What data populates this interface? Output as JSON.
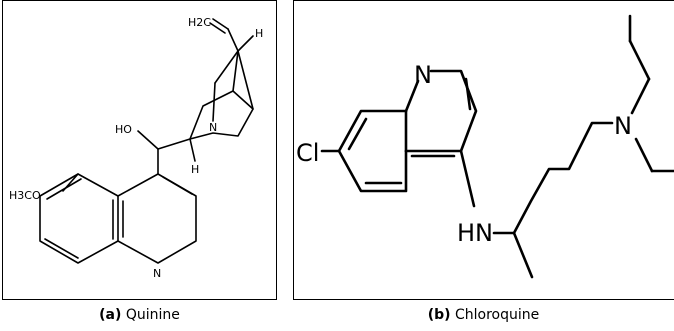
{
  "quinine": {
    "atoms": {
      "vinyl": "H2C",
      "h_top": "H",
      "n_bridge": "N",
      "hydroxyl": "HO",
      "h_lower": "H",
      "methoxy": "H3CO",
      "n_ring": "N"
    },
    "caption": {
      "tag": "(a)",
      "name": "Quinine"
    }
  },
  "chloroquine": {
    "atoms": {
      "n_ring": "N",
      "chloro": "Cl",
      "amine": "HN",
      "n_amine": "N"
    },
    "caption": {
      "tag": "(b)",
      "name": "Chloroquine"
    }
  }
}
